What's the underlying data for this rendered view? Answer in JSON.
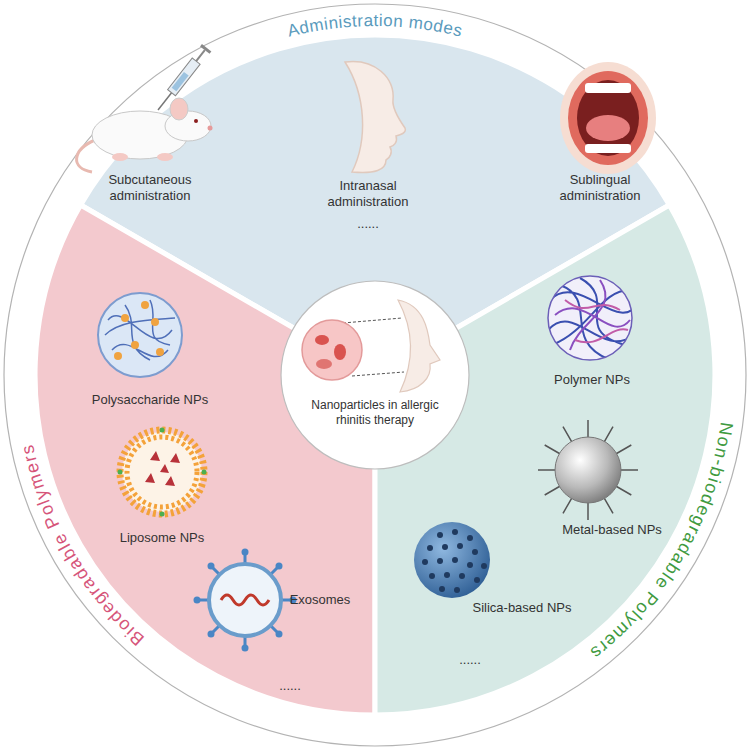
{
  "diagram": {
    "nodes": [
      {
        "text": [
          "Administration modes",
          "Subcutaneous administration",
          "Intranasal administration",
          "Sublingual administration",
          "......"
        ]
      },
      {
        "text": [
          "Biodegradable Polymers",
          "Polysaccharide NPs",
          "Liposome NPs",
          "Exosomes",
          "......"
        ]
      },
      {
        "text": [
          "Non-biodegradable Polymers",
          "Polymer NPs",
          "Metal-based NPs",
          "Silica-based NPs",
          "......"
        ]
      },
      {
        "text": [
          "Nanoparticles in allergic rhinitis therapy"
        ]
      }
    ]
  }
}
